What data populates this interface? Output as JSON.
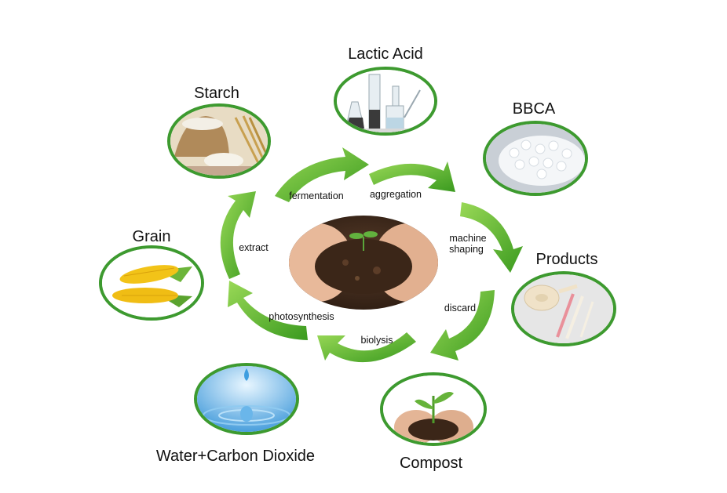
{
  "nodes": {
    "lactic_acid": "Lactic Acid",
    "starch": "Starch",
    "bbca": "BBCA",
    "grain": "Grain",
    "products": "Products",
    "water_co2": "Water+Carbon Dioxide",
    "compost": "Compost"
  },
  "steps": {
    "fermentation": "fermentation",
    "aggregation": "aggregation",
    "extract": "extract",
    "machine": "machine",
    "shaping": "shaping",
    "discard": "discard",
    "photosynthesis": "photosynthesis",
    "biolysis": "biolysis"
  },
  "colors": {
    "arrow_light": "#8fd14f",
    "arrow_dark": "#3a9a1f",
    "ring": "#3d9a2f"
  },
  "icons": {
    "center": "soil-hands-sprout-image",
    "lactic_acid": "lab-glassware-image",
    "starch": "starch-sack-wheat-image",
    "bbca": "plastic-pellets-image",
    "grain": "corn-cobs-image",
    "products": "biodegradable-tableware-image",
    "water_co2": "water-droplet-image",
    "compost": "seedling-in-hands-image"
  }
}
